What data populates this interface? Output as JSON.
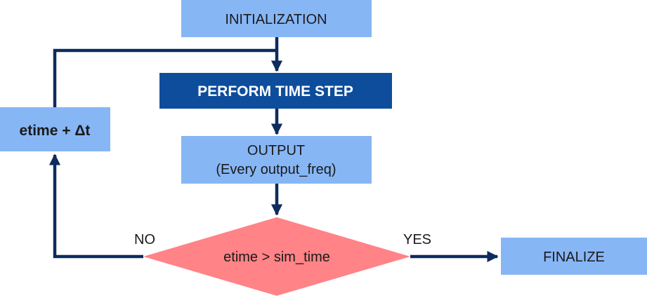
{
  "nodes": {
    "initialization": {
      "label": "INITIALIZATION"
    },
    "perform": {
      "label": "PERFORM TIME STEP"
    },
    "output": {
      "line1": "OUTPUT",
      "line2": "(Every output_freq)"
    },
    "decision": {
      "label": "etime > sim_time"
    },
    "finalize": {
      "label": "FINALIZE"
    },
    "increment": {
      "label": "etime + Δt"
    }
  },
  "edges": {
    "yes_label": "YES",
    "no_label": "NO"
  },
  "colors": {
    "light_box": "#87b6f5",
    "dark_box": "#0d4d9c",
    "decision": "#ff8387",
    "arrow": "#0d2b5e",
    "text": "#1a1a1a",
    "text_light": "#ffffff"
  }
}
